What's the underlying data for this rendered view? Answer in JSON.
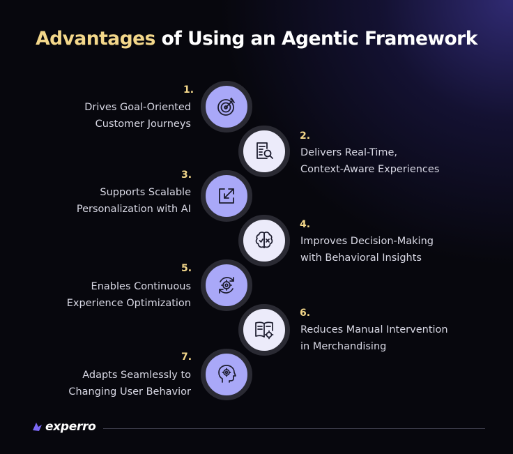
{
  "title": {
    "highlight": "Advantages",
    "rest": " of Using an Agentic Framework"
  },
  "accent_color": "#f3d78a",
  "items": [
    {
      "number": "1.",
      "line1": "Drives Goal-Oriented",
      "line2": "Customer Journeys",
      "icon": "target-icon"
    },
    {
      "number": "2.",
      "line1": "Delivers Real-Time,",
      "line2": "Context-Aware Experiences",
      "icon": "document-search-icon"
    },
    {
      "number": "3.",
      "line1": "Supports Scalable",
      "line2": "Personalization with AI",
      "icon": "expand-arrow-icon"
    },
    {
      "number": "4.",
      "line1": "Improves Decision-Making",
      "line2": "with Behavioral Insights",
      "icon": "brain-icon"
    },
    {
      "number": "5.",
      "line1": "Enables Continuous",
      "line2": "Experience Optimization",
      "icon": "gear-cycle-icon"
    },
    {
      "number": "6.",
      "line1": "Reduces Manual Intervention",
      "line2": "in Merchandising",
      "icon": "book-gear-icon"
    },
    {
      "number": "7.",
      "line1": "Adapts Seamlessly to",
      "line2": "Changing User Behavior",
      "icon": "head-gear-icon"
    }
  ],
  "brand": {
    "name": "experro"
  }
}
